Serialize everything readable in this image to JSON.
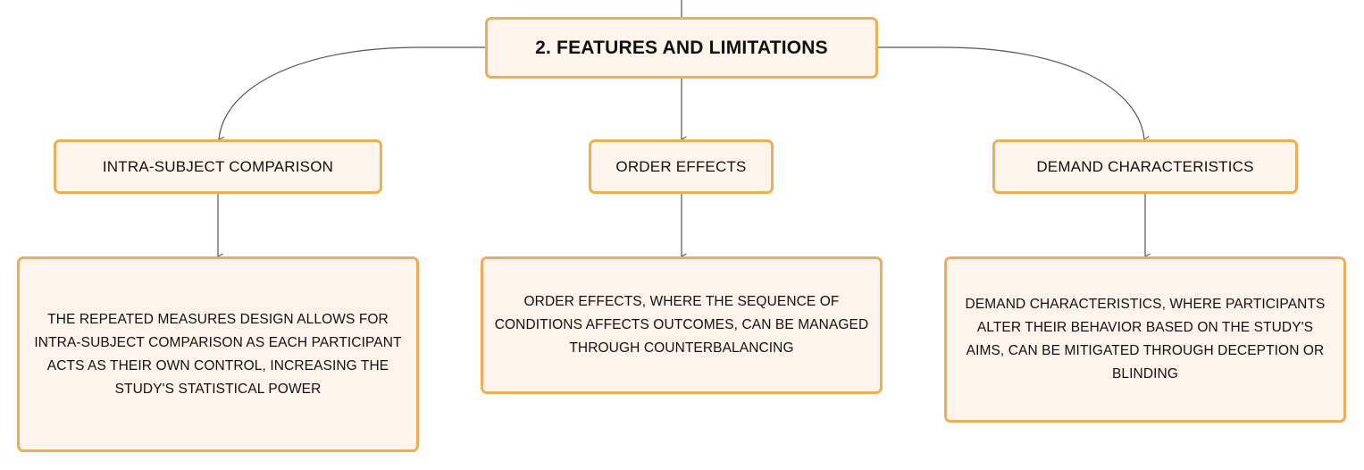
{
  "diagram": {
    "root": {
      "label": "2. FEATURES AND LIMITATIONS"
    },
    "topics": [
      {
        "label": "INTRA-SUBJECT COMPARISON",
        "detail": "THE REPEATED MEASURES DESIGN ALLOWS FOR INTRA-SUBJECT COMPARISON AS EACH PARTICIPANT ACTS AS THEIR OWN CONTROL, INCREASING THE STUDY'S STATISTICAL POWER"
      },
      {
        "label": "ORDER EFFECTS",
        "detail": "ORDER EFFECTS, WHERE THE SEQUENCE OF CONDITIONS AFFECTS OUTCOMES, CAN BE MANAGED THROUGH COUNTERBALANCING"
      },
      {
        "label": "DEMAND CHARACTERISTICS",
        "detail": "DEMAND CHARACTERISTICS, WHERE PARTICIPANTS ALTER THEIR BEHAVIOR BASED ON THE STUDY'S AIMS, CAN BE MITIGATED THROUGH DECEPTION OR BLINDING"
      }
    ],
    "colors": {
      "node_fill": "#fdf4ec",
      "node_border": "#f0ad57",
      "connector": "#555555"
    }
  }
}
